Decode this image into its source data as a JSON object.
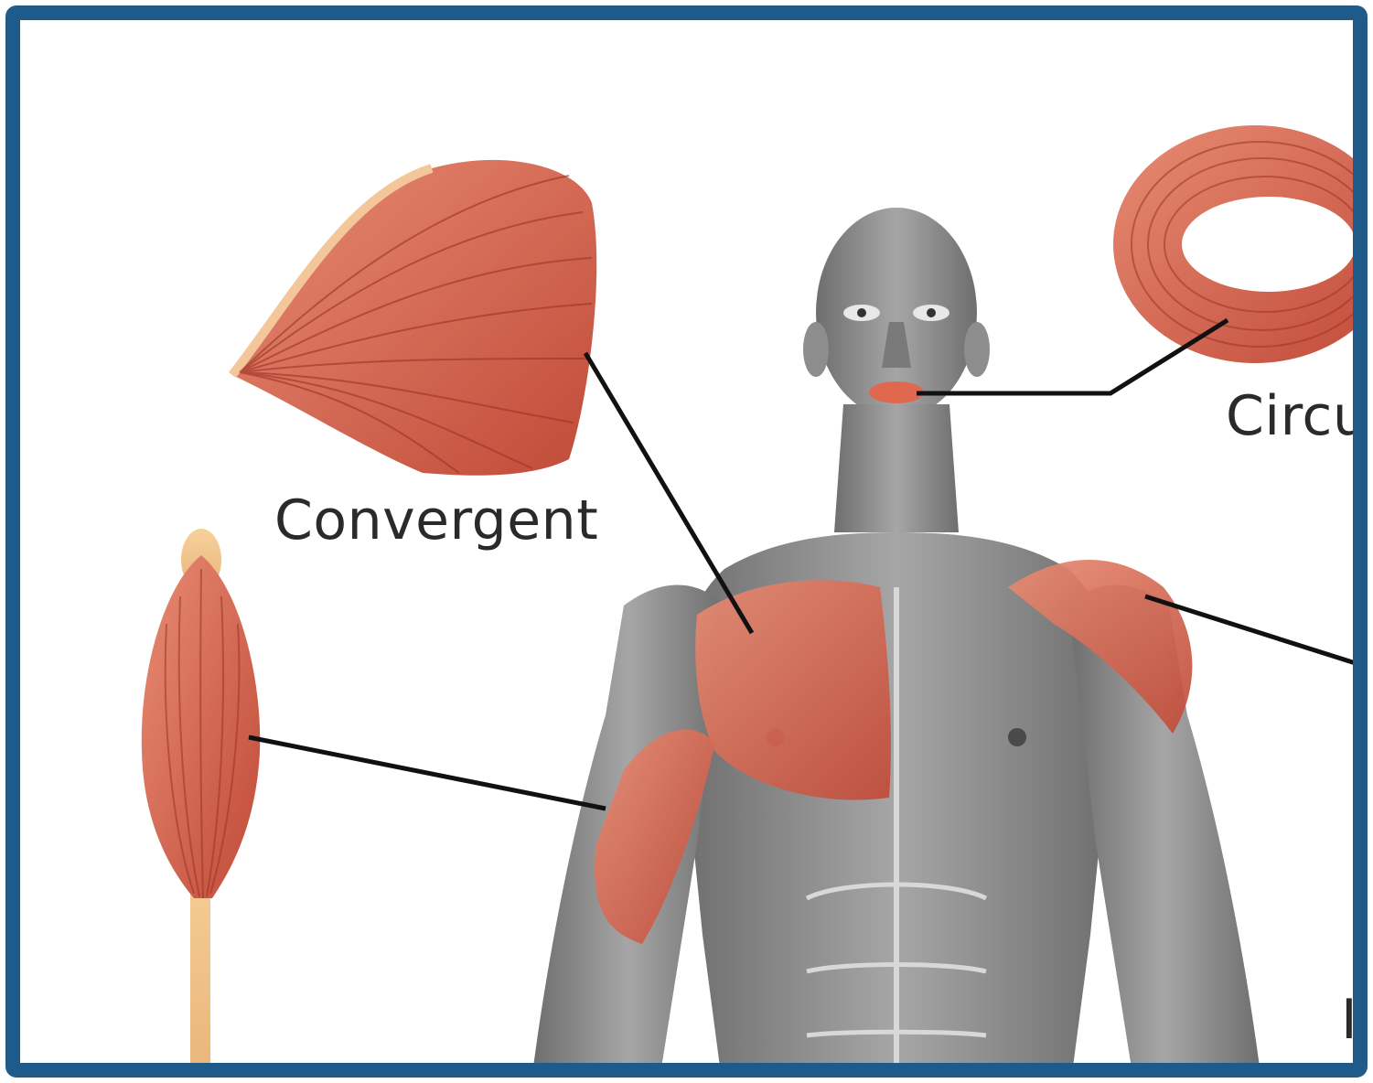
{
  "labels": {
    "convergent": "Convergent",
    "circular_partial": "Circu",
    "bottom_right_partial": "I"
  },
  "colors": {
    "border": "#1e5a8a",
    "muscle_red": "#c9503e",
    "muscle_light": "#e68e73",
    "tendon": "#f1c58a",
    "body_gray": "#8a8a8a",
    "leader_line": "#111111"
  }
}
